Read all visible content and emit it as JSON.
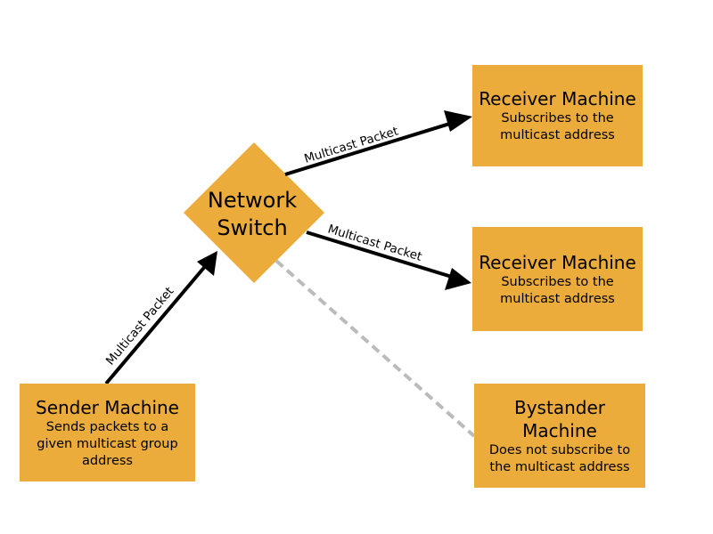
{
  "nodes": {
    "switch": {
      "line1": "Network",
      "line2": "Switch"
    },
    "sender": {
      "title": "Sender Machine",
      "desc": [
        "Sends packets to a",
        "given multicast group",
        "address"
      ]
    },
    "receiver1": {
      "title": "Receiver Machine",
      "desc": [
        "Subscribes to the",
        "multicast address"
      ]
    },
    "receiver2": {
      "title": "Receiver Machine",
      "desc": [
        "Subscribes to the",
        "multicast address"
      ]
    },
    "bystander": {
      "title": [
        "Bystander",
        "Machine"
      ],
      "desc": [
        "Does not subscribe to",
        "the multicast address"
      ]
    }
  },
  "edges": {
    "sender_to_switch": "Multicast Packet",
    "switch_to_receiver1": "Multicast Packet",
    "switch_to_receiver2": "Multicast Packet"
  },
  "colors": {
    "node_fill": "#EBAC3B",
    "arrow": "#000000",
    "dashed_line": "#BBBBBB"
  }
}
